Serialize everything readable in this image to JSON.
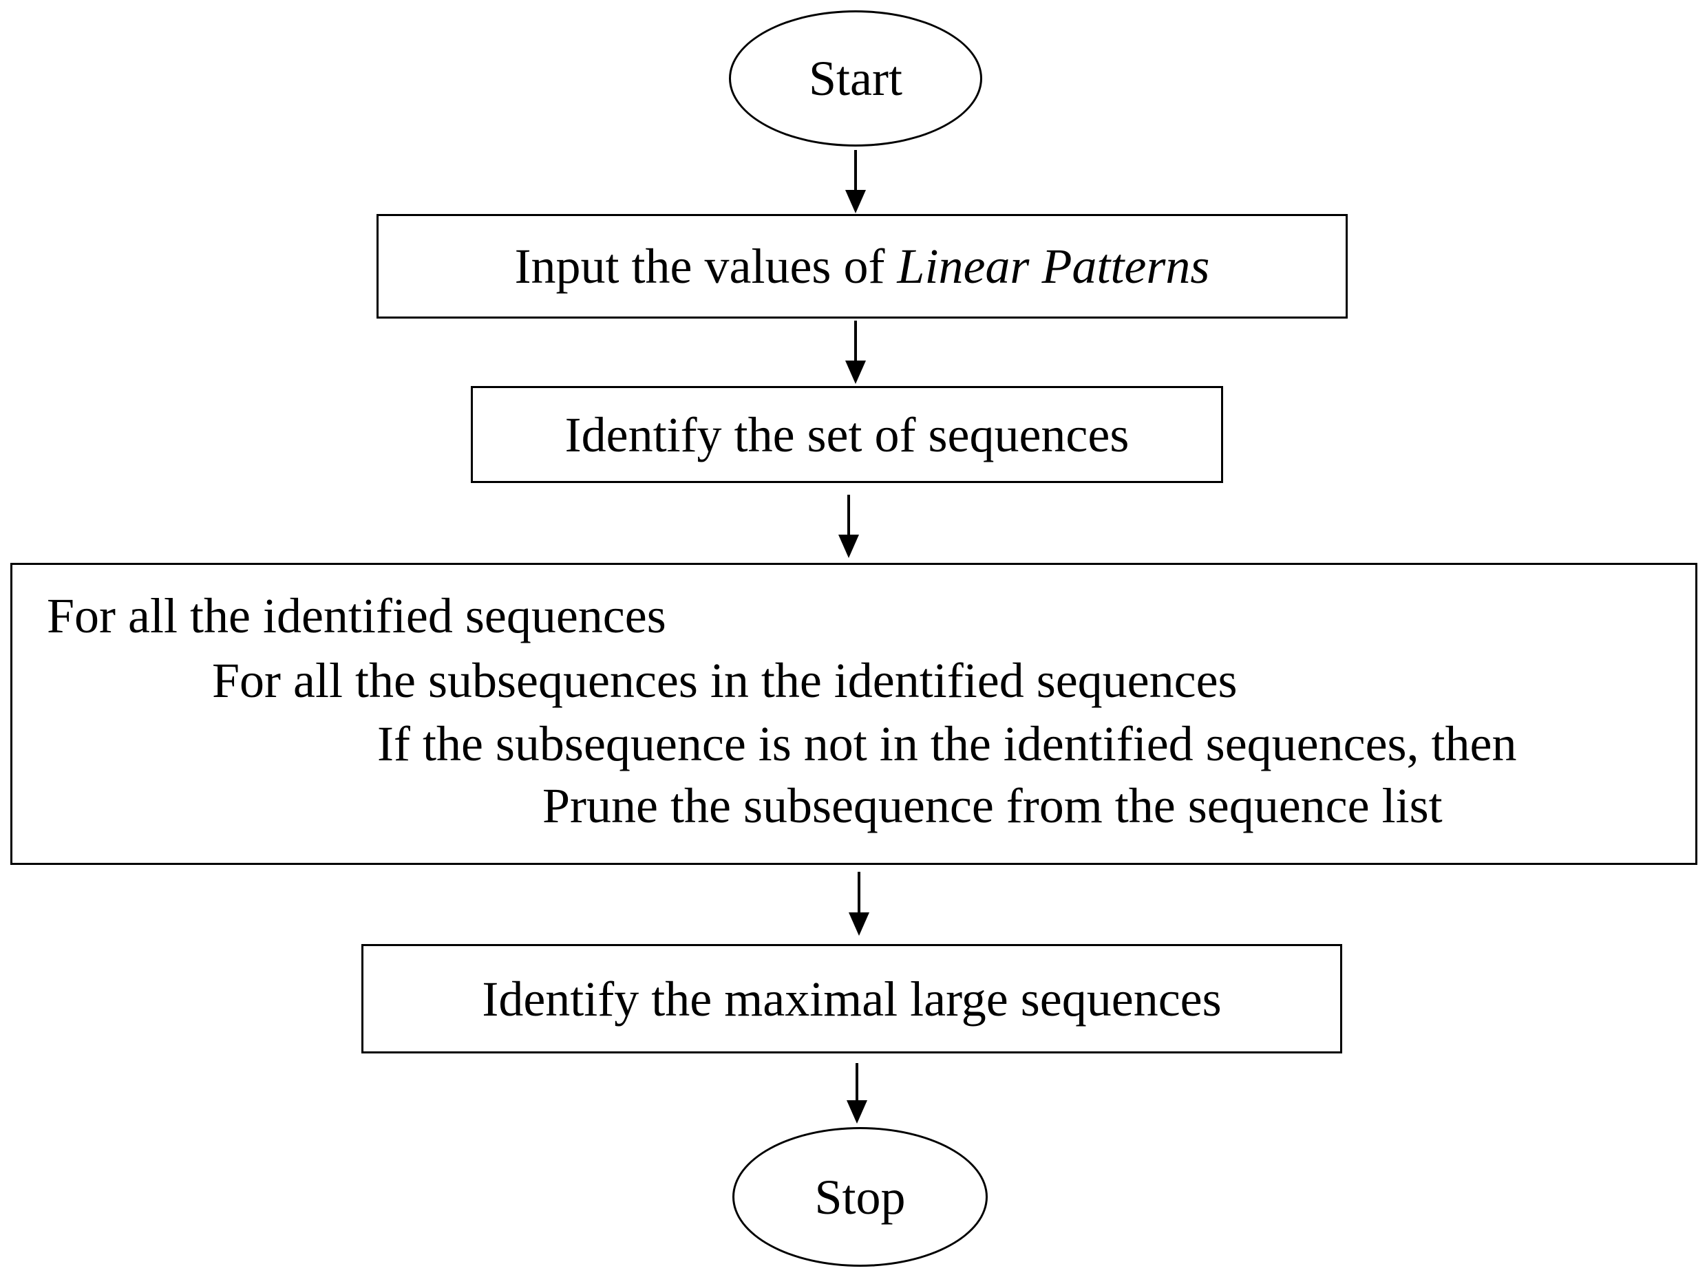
{
  "flowchart": {
    "start": {
      "label": "Start"
    },
    "input": {
      "prefix": "Input the values of ",
      "emphasis": "Linear Patterns"
    },
    "identify_set": {
      "label": "Identify the set of sequences"
    },
    "loop": {
      "lines": [
        "For all the identified sequences",
        "For all the subsequences in the identified sequences",
        "If the subsequence is not in the identified sequences, then",
        "Prune the subsequence from the sequence list"
      ]
    },
    "identify_maximal": {
      "label": "Identify the maximal large sequences"
    },
    "stop": {
      "label": "Stop"
    }
  }
}
